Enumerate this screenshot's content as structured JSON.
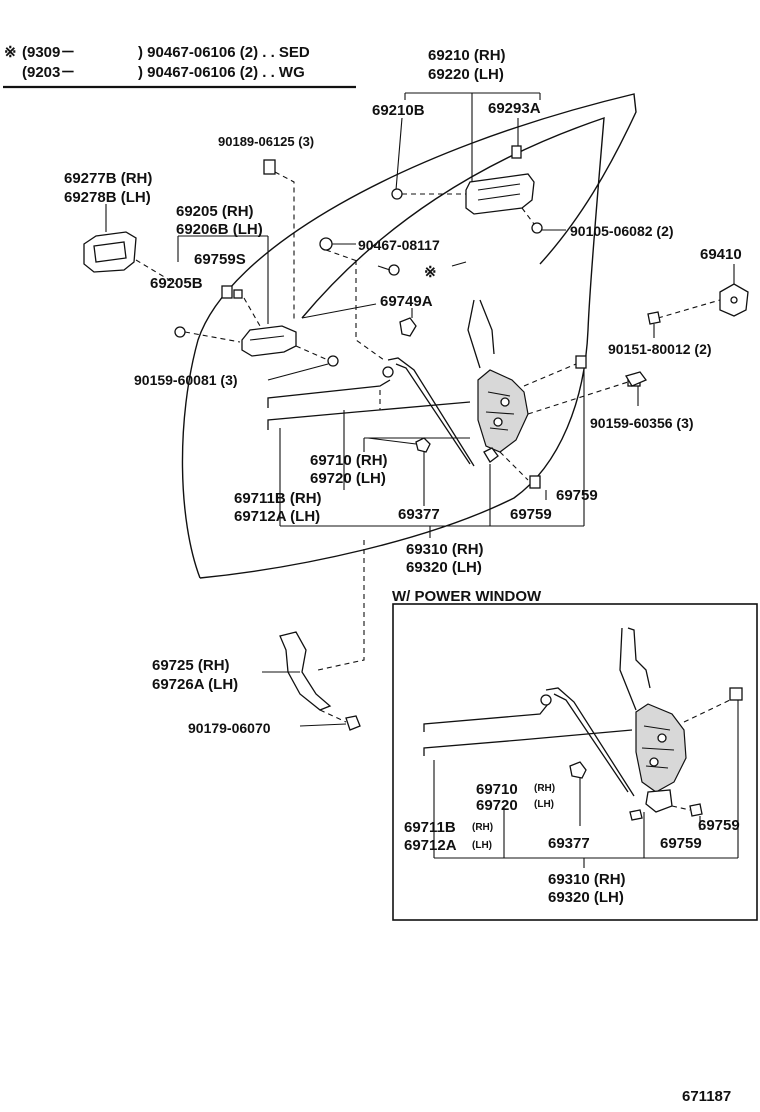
{
  "header": {
    "symbol": "※",
    "row1": {
      "range": "(9309－",
      "part": ") 90467-06106 (2) . . SED"
    },
    "row2": {
      "range": "(9203－",
      "part": ") 90467-06106 (2) . . WG"
    }
  },
  "labels": {
    "l_69210": "69210 (RH)",
    "l_69220": "69220 (LH)",
    "l_69210B": "69210B",
    "l_69293A": "69293A",
    "l_90189": "90189-06125 (3)",
    "l_69277B": "69277B (RH)",
    "l_69278B": "69278B (LH)",
    "l_69205": "69205   (RH)",
    "l_69206B": "69206B (LH)",
    "l_69759S": "69759S",
    "l_69205B": "69205B",
    "l_90105": "90105-06082 (2)",
    "l_90467": "90467-08117",
    "l_69410": "69410",
    "l_69749A": "69749A",
    "l_90151": "90151-80012 (2)",
    "l_90159_60081": "90159-60081 (3)",
    "l_90159_60356": "90159-60356 (3)",
    "l_69710": "69710 (RH)",
    "l_69720": "69720 (LH)",
    "l_69711B": "69711B (RH)",
    "l_69712A": "69712A (LH)",
    "l_69377": "69377",
    "l_69759_a": "69759",
    "l_69759_b": "69759",
    "l_69310": "69310 (RH)",
    "l_69320": "69320 (LH)",
    "l_69725": "69725   (RH)",
    "l_69726A": "69726A (LH)",
    "l_90179": "90179-06070"
  },
  "inset": {
    "title": "W/ POWER WINDOW",
    "l_69710": "69710",
    "l_69710_rh": "(RH)",
    "l_69720": "69720",
    "l_69720_lh": "(LH)",
    "l_69711B": "69711B",
    "l_69711B_rh": "(RH)",
    "l_69712A": "69712A",
    "l_69712A_lh": "(LH)",
    "l_69377": "69377",
    "l_69759_a": "69759",
    "l_69759_b": "69759",
    "l_69310": "69310 (RH)",
    "l_69320": "69320 (LH)"
  },
  "diagram_code": "671187"
}
